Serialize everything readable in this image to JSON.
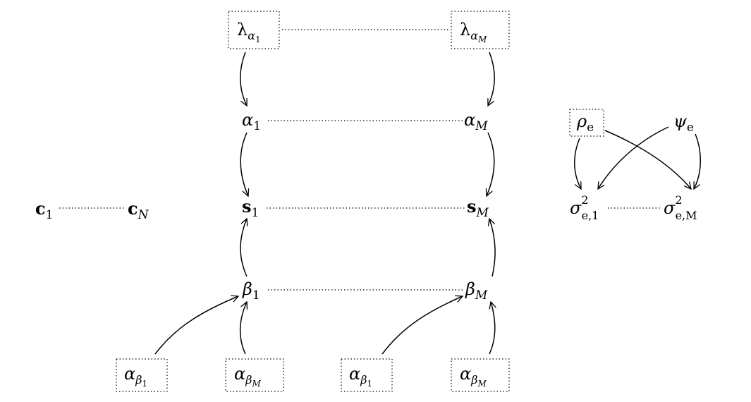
{
  "nodes": {
    "c1": {
      "main": "c",
      "sub": "1"
    },
    "cN": {
      "main": "c",
      "sub": "N"
    },
    "lam1": {
      "main": "λ",
      "sub": "α",
      "subsub": "1"
    },
    "lamM": {
      "main": "λ",
      "sub": "α",
      "subsub": "M"
    },
    "alpha1": {
      "main": "α",
      "sub": "1"
    },
    "alphaM": {
      "main": "α",
      "sub": "M"
    },
    "s1": {
      "main": "s",
      "sub": "1"
    },
    "sM": {
      "main": "s",
      "sub": "M"
    },
    "beta1": {
      "main": "β",
      "sub": "1"
    },
    "betaM": {
      "main": "β",
      "sub": "M"
    },
    "ab1_left": {
      "main": "α",
      "sub": "β",
      "subsub": "1"
    },
    "abM_left": {
      "main": "α",
      "sub": "β",
      "subsub": "M"
    },
    "ab1_right": {
      "main": "α",
      "sub": "β",
      "subsub": "1"
    },
    "abM_right": {
      "main": "α",
      "sub": "β",
      "subsub": "M"
    },
    "rho": {
      "main": "ρ",
      "sub": "e"
    },
    "psi": {
      "main": "ψ",
      "sub": "e"
    },
    "sig1": {
      "main": "σ",
      "sup": "2",
      "sub": "e,1"
    },
    "sigM": {
      "main": "σ",
      "sup": "2",
      "sub": "e,M"
    }
  }
}
